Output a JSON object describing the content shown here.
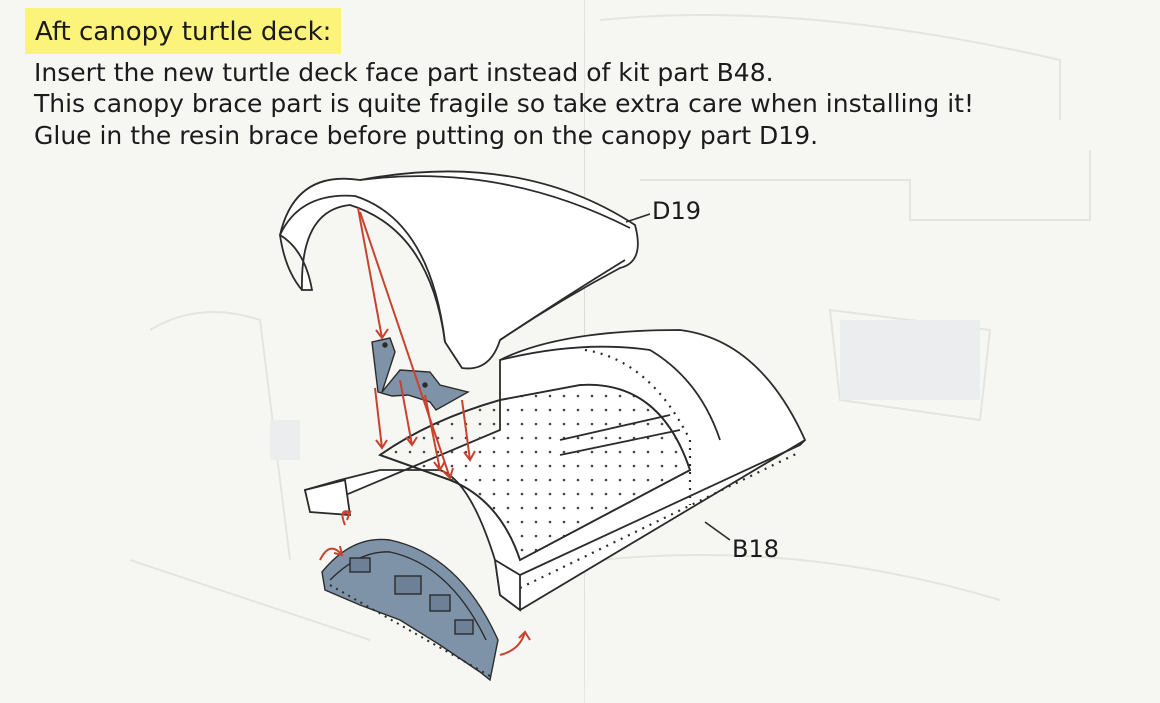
{
  "heading": "Aft canopy turtle deck:",
  "instructions": [
    "Insert the new turtle deck face part instead of kit part B48.",
    "This canopy brace part is quite fragile so take extra care when installing it!",
    "Glue in the resin brace before putting on the canopy part D19."
  ],
  "callouts": {
    "top_part": "D19",
    "bottom_part": "B18"
  },
  "colors": {
    "highlight": "#fbf37a",
    "arrow": "#c8432f",
    "resin_part": "#7f93a8",
    "line_art": "#2b2b2b"
  }
}
